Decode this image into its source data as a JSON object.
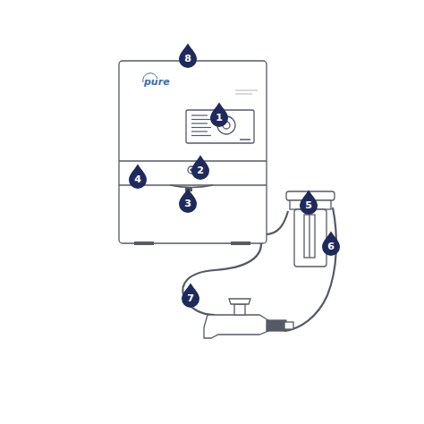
{
  "diagram": {
    "nodes": [
      {
        "text": [
          "8"
        ]
      },
      {
        "text": [
          "1"
        ]
      },
      {
        "text": [
          "2"
        ]
      },
      {
        "text": [
          "4"
        ]
      },
      {
        "text": [
          "3"
        ]
      },
      {
        "text": [
          "5"
        ]
      },
      {
        "text": [
          "6"
        ]
      },
      {
        "text": [
          "7"
        ]
      }
    ],
    "labels": [
      "pure"
    ]
  }
}
